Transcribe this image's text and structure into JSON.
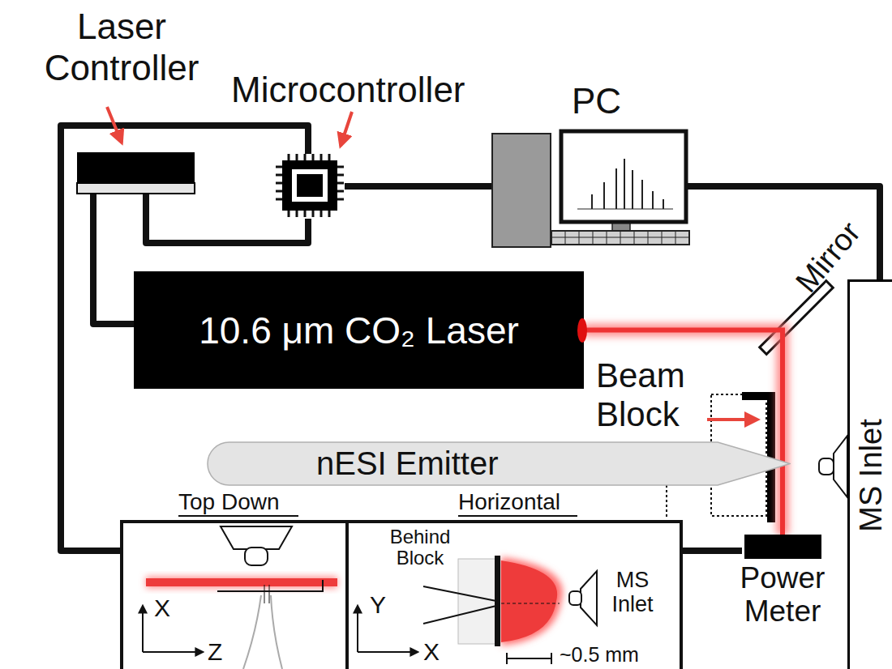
{
  "diagram": {
    "nodes": [
      {
        "text": [
          "10.6 μm CO₂ Laser"
        ]
      },
      {
        "text": [
          "nESI Emitter"
        ]
      },
      {
        "text": [
          "MS Inlet"
        ]
      },
      {
        "text": [
          "Power Meter"
        ]
      }
    ],
    "edges": [
      {
        "from": 0,
        "to": 3,
        "arrow": "none"
      }
    ],
    "labels": [
      "Laser Controller",
      "Microcontroller",
      "PC",
      "Mirror",
      "Beam Block",
      "Top Down",
      "Horizontal",
      "X",
      "Z",
      "Behind Block",
      "Y",
      "X",
      "MS Inlet",
      "~0.5 mm"
    ]
  }
}
